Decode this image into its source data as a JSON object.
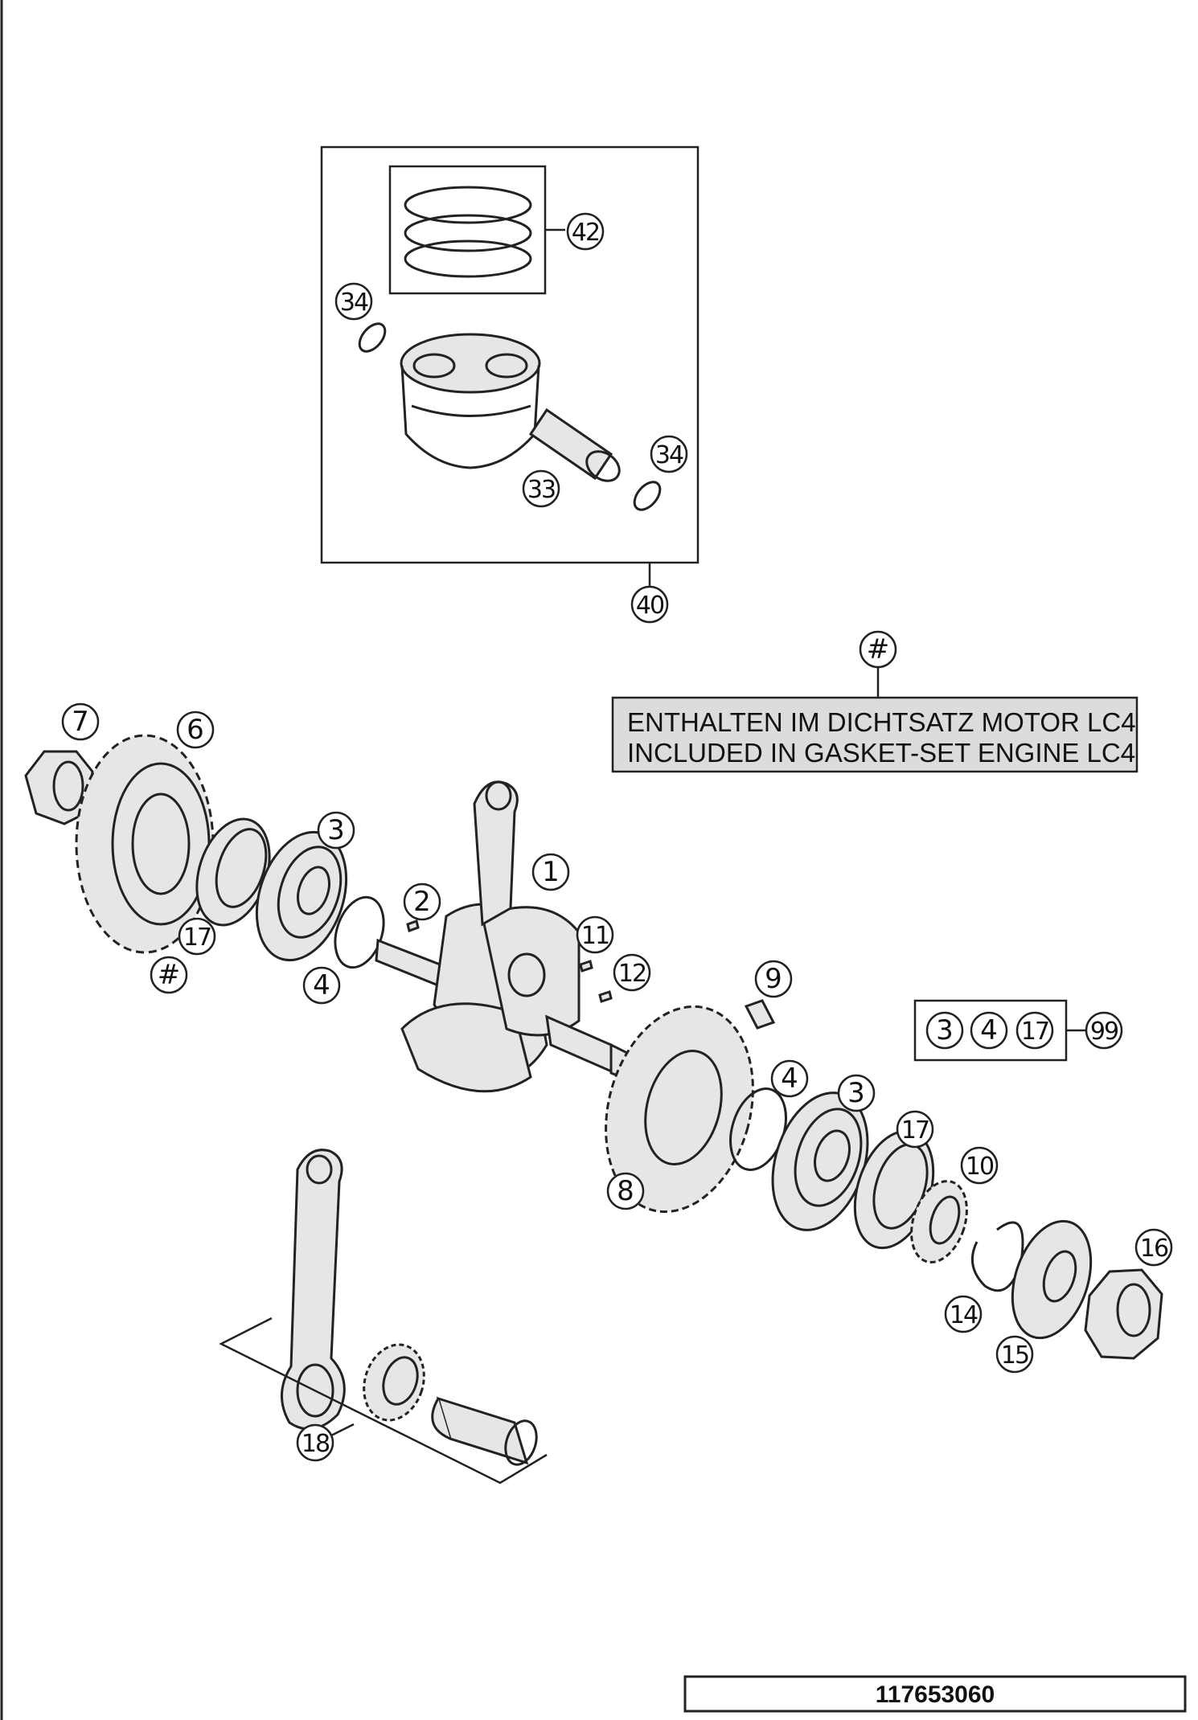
{
  "callouts": {
    "c1": "1",
    "c2": "2",
    "c3a": "3",
    "c3b": "3",
    "c4a": "4",
    "c4b": "4",
    "c6": "6",
    "c7": "7",
    "c8": "8",
    "c9": "9",
    "c10": "10",
    "c11": "11",
    "c12": "12",
    "c14": "14",
    "c15": "15",
    "c16": "16",
    "c17a": "17",
    "c17b": "17",
    "c18": "18",
    "c33": "33",
    "c34a": "34",
    "c34b": "34",
    "c40": "40",
    "c42": "42",
    "hash_a": "#",
    "hash_b": "#"
  },
  "kit_box": {
    "items": [
      "3",
      "4",
      "17"
    ],
    "target": "99"
  },
  "note": {
    "line1": "ENTHALTEN IM DICHTSATZ MOTOR LC4",
    "line2": "INCLUDED IN GASKET-SET ENGINE LC4"
  },
  "drawing_code": "117653060"
}
